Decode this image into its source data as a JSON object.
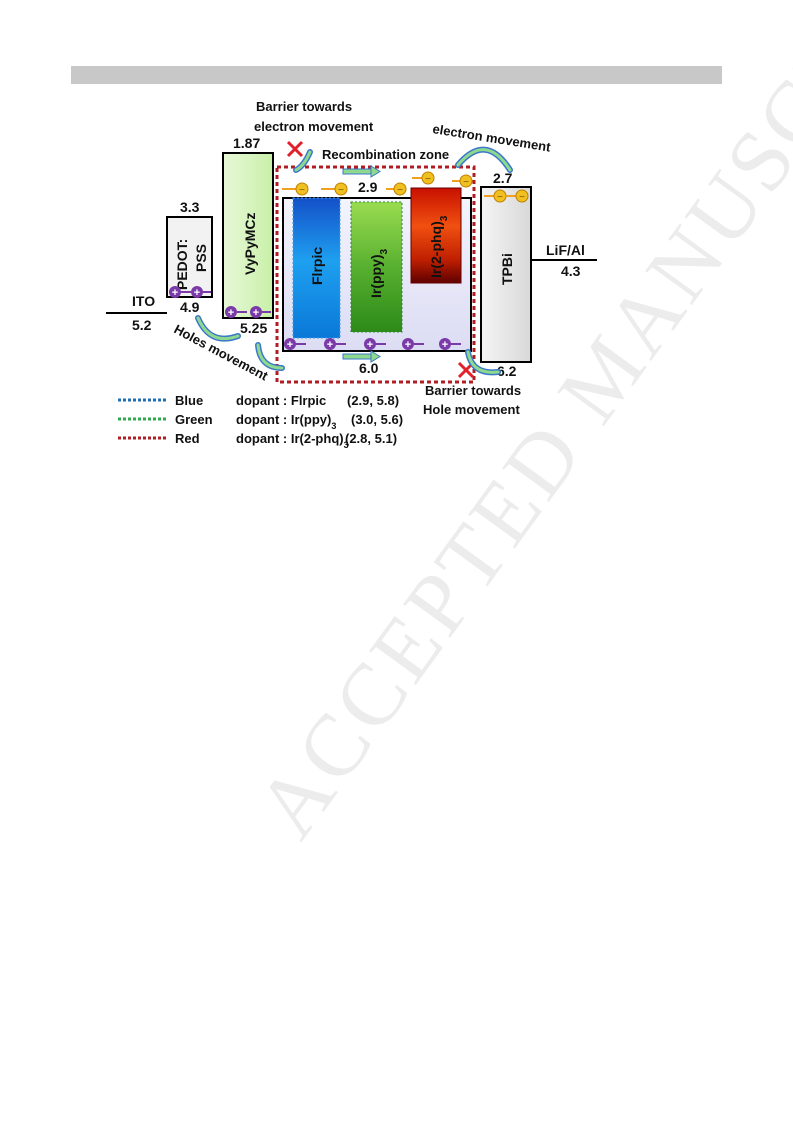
{
  "watermark": "ACCEPTED MANUSCRIPT",
  "annotations": {
    "barrier_electron_line1": "Barrier towards",
    "barrier_electron_line2": "electron movement",
    "electron_movement": "electron movement",
    "recombination_zone": "Recombination zone",
    "holes_movement": "Holes movement",
    "barrier_hole_line1": "Barrier towards",
    "barrier_hole_line2": "Hole movement"
  },
  "layers": {
    "ito": {
      "name": "ITO",
      "value": "5.2"
    },
    "pedot": {
      "name_line1": "PEDOT:",
      "name_line2": "PSS",
      "lumo": "3.3",
      "homo": "4.9"
    },
    "vypymcz": {
      "name": "VyPyMCz",
      "lumo": "1.87",
      "homo": "5.25"
    },
    "host": {
      "lumo": "2.9",
      "homo": "6.0"
    },
    "tpbi": {
      "name": "TPBi",
      "lumo": "2.7",
      "homo": "6.2"
    },
    "cathode": {
      "name": "LiF/Al",
      "value": "4.3"
    }
  },
  "dopants": {
    "blue": {
      "name": "Flrpic",
      "color": "#1e8fe0"
    },
    "green": {
      "name": "Ir(ppy)",
      "sub": "3",
      "color": "#4ea62a"
    },
    "red": {
      "name": "Ir(2-phq)",
      "sub": "3",
      "color": "#d81e05"
    }
  },
  "legend": [
    {
      "color_name": "Blue",
      "dot_color": "#1f6fb5",
      "label": "dopant : Flrpic",
      "sub": "",
      "values": "(2.9, 5.8)"
    },
    {
      "color_name": "Green",
      "dot_color": "#2fa84f",
      "label": "dopant : Ir(ppy)",
      "sub": "3",
      "values": "(3.0, 5.6)"
    },
    {
      "color_name": "Red",
      "dot_color": "#b01e24",
      "label": "dopant : Ir(2-phq)",
      "sub": "3",
      "values": "(2.8, 5.1)"
    }
  ],
  "symbols": {
    "hole": "+",
    "electron": "−"
  },
  "colors": {
    "recombination_border": "#b01e24",
    "arrow_fill": "#7fd17f",
    "arrow_stroke": "#3a78c8",
    "hole_fill": "#7a3aa8",
    "electron_fill": "#f0c020",
    "cross": "#e0202a"
  }
}
